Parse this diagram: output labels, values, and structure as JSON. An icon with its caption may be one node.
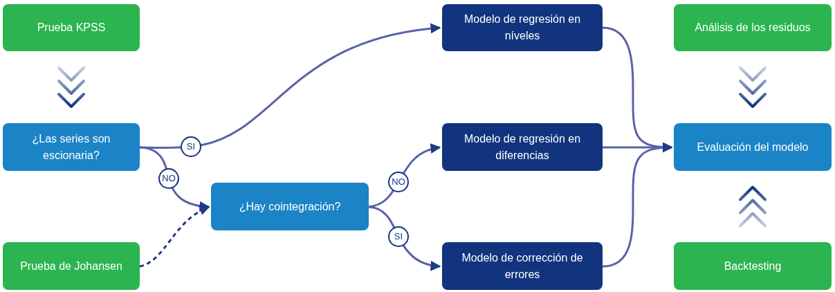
{
  "diagram": {
    "nodes": [
      {
        "text": [
          "Prueba KPSS"
        ]
      },
      {
        "text": [
          "¿Las series son escionaria?"
        ]
      },
      {
        "text": [
          "Prueba de Johansen"
        ]
      },
      {
        "text": [
          "¿Hay cointegración?"
        ]
      },
      {
        "text": [
          "Modelo de regresión en níveles"
        ]
      },
      {
        "text": [
          "Modelo de regresión en diferencias"
        ]
      },
      {
        "text": [
          "Modelo de corrección de errores"
        ]
      },
      {
        "text": [
          "Análisis de los residuos"
        ]
      },
      {
        "text": [
          "Evaluación del modelo"
        ]
      },
      {
        "text": [
          "Backtesting"
        ]
      }
    ],
    "edges": [
      {
        "from": 0,
        "to": 1,
        "arrow": "to",
        "color": "#12347f"
      },
      {
        "from": 1,
        "to": 4,
        "arrow": "to",
        "label": "SI"
      },
      {
        "from": 1,
        "to": 3,
        "arrow": "to",
        "label": "NO"
      },
      {
        "from": 2,
        "to": 3,
        "arrow": "to",
        "style": "dashed",
        "color": "#1b3a85"
      },
      {
        "from": 3,
        "to": 5,
        "arrow": "to",
        "label": "NO"
      },
      {
        "from": 3,
        "to": 6,
        "arrow": "to",
        "label": "SI"
      },
      {
        "from": 4,
        "to": 8,
        "arrow": "to"
      },
      {
        "from": 5,
        "to": 8,
        "arrow": "to"
      },
      {
        "from": 6,
        "to": 8,
        "arrow": "to"
      },
      {
        "from": 7,
        "to": 8,
        "arrow": "to",
        "color": "#12347f"
      },
      {
        "from": 9,
        "to": 8,
        "arrow": "to",
        "color": "#12347f"
      }
    ]
  }
}
